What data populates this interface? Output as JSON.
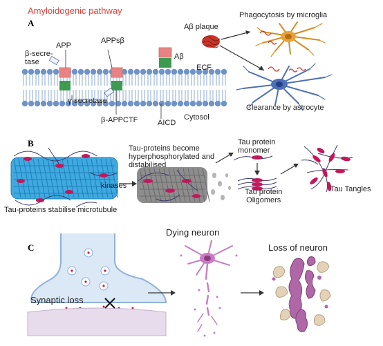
{
  "panel_a": {
    "letter": "A",
    "title": "Amyloidogenic pathway",
    "title_color": "#e8403a",
    "labels": {
      "app": "APP",
      "beta_secretase": "β-secre-\ntase",
      "apps_beta": "APPsβ",
      "abeta": "Aβ",
      "abeta_plaque": "Aβ plaque",
      "ecf": "ECF",
      "gamma_secretase": "γ-secretase",
      "beta_appctf": "β-APPCTF",
      "aicd": "AICD",
      "cytosol": "Cytosol",
      "phagocytosis": "Phagocytosis by microglia",
      "clearance": "Clearance by astrocyte"
    },
    "colors": {
      "membrane": "#8aa9d6",
      "head": "#6f93c8",
      "app_red": "#e98383",
      "app_green": "#3c9b50",
      "microglia": "#e9a23b",
      "astrocyte": "#4d6fb8",
      "plaque": "#c9352b"
    }
  },
  "panel_b": {
    "letter": "B",
    "labels": {
      "stabilise": "Tau-proteins stabilise microtubule",
      "kinases": "kinases",
      "hyperphos": "Tau-proteins become\nhyperphosphorylated and\ndistabilised",
      "monomer": "Tau protein\nmonomer",
      "oligomers": "Tau protein\nOligomers",
      "tangles": "Tau Tangles"
    },
    "colors": {
      "microtubule": "#3fa9e0",
      "microtubule_grey": "#8d8d8d",
      "tau": "#c2185b",
      "tau_line": "#3b3b6e"
    }
  },
  "panel_c": {
    "letter": "C",
    "labels": {
      "synaptic_loss": "Synaptic loss",
      "dying_neuron": "Dying neuron",
      "loss_of_neuron": "Loss of neuron"
    },
    "colors": {
      "terminal": "#dbe8f6",
      "terminal_edge": "#8fb0d8",
      "postsyn": "#e7dceb",
      "neuron": "#c77dc0",
      "fragment_purple": "#b067a8",
      "fragment_beige": "#e4d2b8"
    }
  }
}
